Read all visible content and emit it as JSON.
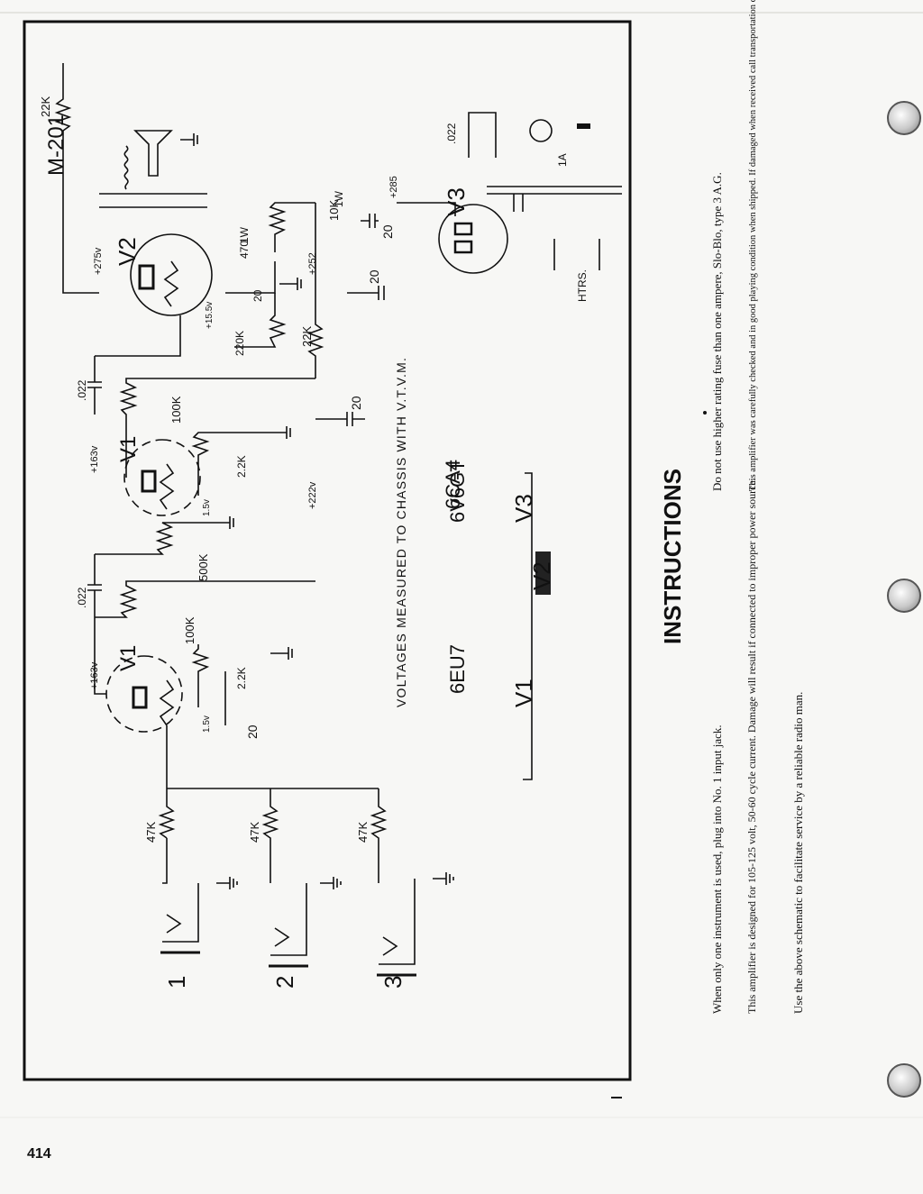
{
  "page": {
    "number": "414"
  },
  "schematic": {
    "model": "M-201",
    "tube_labels": {
      "v1a": "V1",
      "v1b": "V1",
      "v2": "V2",
      "v3": "V3"
    },
    "voltages": {
      "v1a_plate": "+163v",
      "v1a_cathode": "1.5v",
      "v1b_plate": "+163v",
      "v1b_cathode": "1.5v",
      "v2_plate": "+275v",
      "v2_cathode": "+15.5v",
      "b_plus_222": "+222v",
      "b_plus_252": "+252",
      "b_plus_285": "+285"
    },
    "components": {
      "r_input_1": "47K",
      "r_input_2": "47K",
      "r_input_3": "47K",
      "r_cath_v1a": "2.2K",
      "c_cath_v1a": "20",
      "r_plate_v1a": "100K",
      "c_coupling_1": ".022",
      "volume_pot": "500K",
      "r_cath_v1b": "2.2K",
      "r_plate_v1b": "100K",
      "c_coupling_2": ".022",
      "r_feedback": "22K",
      "r_grid_v2": "220K",
      "c_cath_v2": "20",
      "r_cath_v2": "470",
      "r_cath_v2b": "1W",
      "r_dropping": "22K",
      "c_filter_a": "20",
      "c_filter_b": "20",
      "c_filter_c": "20",
      "r_filter": "10K",
      "r_filter_w": "1W",
      "c_line": ".022",
      "fuse": "1A",
      "heaters": "HTRS."
    },
    "input_jacks": [
      "1",
      "2",
      "3"
    ],
    "measurement_note": "VOLTAGES MEASURED TO CHASSIS WITH V.T.V.M.",
    "tube_chart": [
      {
        "position": "V1",
        "type": "6EU7"
      },
      {
        "position": "V2",
        "type": "6V6GT"
      },
      {
        "position": "V3",
        "type": "6CA4"
      }
    ]
  },
  "instructions": {
    "title": "INSTRUCTIONS",
    "paragraphs": [
      "When only one instrument is used, plug into No. 1 input jack.",
      "This amplifier is designed for 105-125 volt, 50-60 cycle current. Damage will result if connected to improper power source.",
      "Use the above schematic to facilitate service by a reliable radio man.",
      "Do not use higher rating fuse than one ampere, Slo-Blo, type 3 A.G.",
      "This amplifier was carefully checked and in good playing condition when shipped. If damaged when received call transportation company immediately and place claim."
    ]
  }
}
